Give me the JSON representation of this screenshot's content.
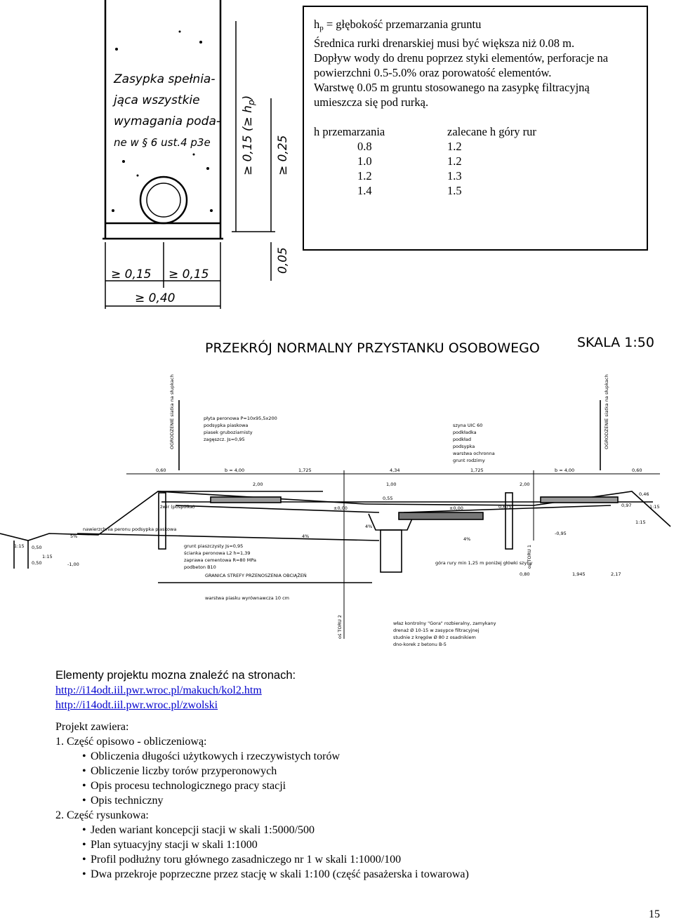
{
  "info_box": {
    "hp_label": "h",
    "hp_sub": "p",
    "hp_text": " = głębokość przemarzania gruntu",
    "line2": "Średnica rurki drenarskiej musi być większa niż 0.08 m.",
    "line3": "Dopływ wody do drenu poprzez styki elementów, perforacje na powierzchni 0.5-5.0% oraz porowatość elementów.",
    "line4": "Warstwę 0.05 m gruntu stosowanego na zasypkę filtracyjną umieszcza się pod rurką.",
    "table_headers": [
      "h przemarzania",
      "zalecane h góry rur"
    ],
    "table_rows": [
      [
        "0.8",
        "1.2"
      ],
      [
        "1.0",
        "1.2"
      ],
      [
        "1.2",
        "1.3"
      ],
      [
        "1.4",
        "1.5"
      ]
    ]
  },
  "sketch": {
    "text_lines": [
      "Zasypka spełnia-",
      "jąca wszystkie",
      "wymagania poda-",
      "ne w § 6 ust.4 p3e"
    ],
    "dim_015_vert": "≥ 0,15 (≥ h",
    "dim_hp_sub": "p",
    "dim_hp_close": ")",
    "dim_025": "≥ 0,25",
    "dim_005": "0,05",
    "dim_bottom_left": "≥ 0,15",
    "dim_bottom_right": "≥ 0,15",
    "dim_bottom_total": "≥ 0,40"
  },
  "section": {
    "title": "PRZEKRÓJ NORMALNY PRZYSTANKU OSOBOWEGO",
    "scale": "SKALA 1:50",
    "left_layers": [
      "płyta peronowa P=10x95,5x200",
      "podsypka piaskowa",
      "piasek gruboziarnisty",
      "zagęszcz. Js=0,95"
    ],
    "right_layers": [
      "szyna UIC 60",
      "podkładka",
      "podkład",
      "podsypka",
      "warstwa ochronna",
      "grunt rodzimy"
    ],
    "fence_left": "OGRODZENIE siatka na słupkach",
    "fence_right": "OGRODZENIE siatka na słupkach",
    "dims": [
      "0,60",
      "b = 4,00",
      "1,725",
      "4,34",
      "1,725",
      "b = 4,00",
      "0,60",
      "2,00",
      "2,00",
      "1,00",
      "0,55"
    ],
    "labels_left": [
      "żwir (pospółka)",
      "nawierzchnia peronu podsypka piaskowa",
      "grunt piaszczysty Js=0,95",
      "ścianka peronowa L2 h=1,39",
      "zaprawa cementowa R=80 MPa",
      "podbeton B10"
    ],
    "zone": "GRANICA STREFY PRZENOSZENIA OBCIĄŻEŃ",
    "sand": "warstwa piasku wyrównawcza 10 cm",
    "top_pipe": "góra rury min 1,25 m poniżej główki szyny",
    "well": [
      "właz kontrolny \"Gora\" rozbieralny, zamykany",
      "drenaż Ø 10-15 w zasypce filtracyjnej",
      "studnie z kręgów Ø 80 z osadnikiem",
      "dno-korek z betonu B-5"
    ],
    "axis_left": "oś TORU 2",
    "axis_right": "oś TORU 1",
    "slopes": [
      "1:15",
      "1:15",
      "1:15",
      "1:15"
    ],
    "percents": [
      "5%",
      "4%",
      "4%",
      "4%"
    ],
    "misc": [
      "0,50",
      "0,50",
      "-1,00",
      "±0,00",
      "±0,00",
      "-0,95",
      "0,80",
      "1,945",
      "2,17",
      "0,46",
      "0,97",
      "0,675"
    ]
  },
  "bottom": {
    "heading": "Elementy projektu mozna znaleźć na stronach:",
    "link1": "http://i14odt.iil.pwr.wroc.pl/makuch/kol2.htm",
    "link2": "http://i14odt.iil.pwr.wroc.pl/zwolski",
    "project_heading": "Projekt zawiera:",
    "part1": "1. Część opisowo - obliczeniową:",
    "part1_items": [
      "Obliczenia długości użytkowych i rzeczywistych torów",
      "Obliczenie liczby torów przyperonowych",
      "Opis procesu technologicznego pracy stacji",
      "Opis techniczny"
    ],
    "part2": "2. Część rysunkowa:",
    "part2_items": [
      "Jeden wariant koncepcji stacji w skali 1:5000/500",
      "Plan sytuacyjny stacji w skali 1:1000",
      "Profil podłużny toru głównego zasadniczego nr 1 w skali 1:1000/100",
      "Dwa przekroje poprzeczne przez stację w skali 1:100 (część pasażerska i towarowa)"
    ]
  },
  "page_number": "15"
}
